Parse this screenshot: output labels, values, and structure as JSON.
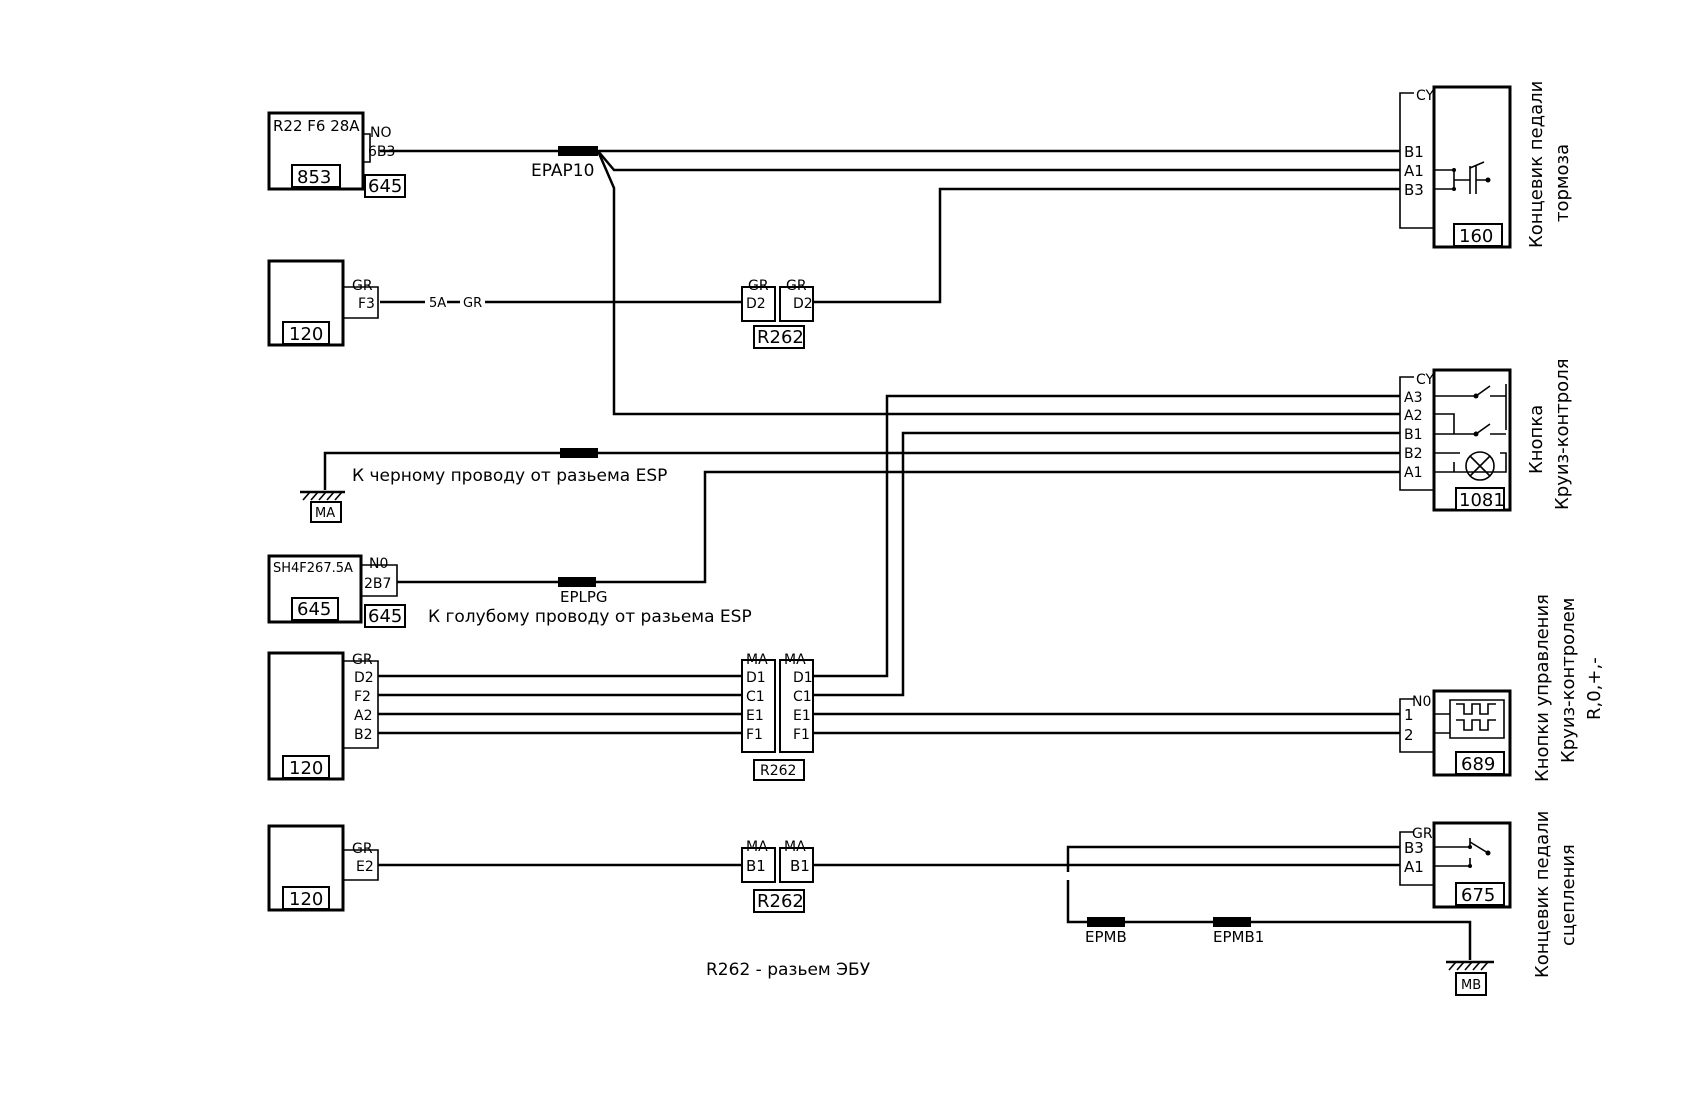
{
  "components": {
    "c853": {
      "part": "R22 F6 28A",
      "conn": "NO",
      "pin": "6B3",
      "number": "853",
      "tag": "645"
    },
    "c120a": {
      "conn": "GR",
      "pin": "F3",
      "number": "120"
    },
    "ma_ground": {
      "label": "MA"
    },
    "c645": {
      "part": "SH4F267.5A",
      "conn": "N0",
      "pin": "2B7",
      "number": "645",
      "tag": "645"
    },
    "c120b": {
      "conn": "GR",
      "pins": [
        "D2",
        "F2",
        "A2",
        "B2"
      ],
      "number": "120"
    },
    "c120c": {
      "conn": "GR",
      "pin": "E2",
      "number": "120"
    },
    "c160": {
      "conn": "CY",
      "pins": [
        "B1",
        "A1",
        "B3"
      ],
      "number": "160",
      "title": [
        "Концевик педали",
        "тормоза"
      ]
    },
    "c1081": {
      "conn": "CY",
      "pins": [
        "A3",
        "A2",
        "B1",
        "B2",
        "A1"
      ],
      "number": "1081",
      "title": [
        "Кнопка",
        "Круиз-контроля"
      ]
    },
    "c689": {
      "conn": "N0",
      "pins": [
        "1",
        "2"
      ],
      "number": "689",
      "title": [
        "Кнопки управления",
        "Круиз-контролем",
        "R,0,+,-"
      ]
    },
    "c675": {
      "conn": "GR",
      "pins": [
        "B3",
        "A1"
      ],
      "number": "675",
      "title": [
        "Концевик педали",
        "сцепления"
      ]
    },
    "mb_ground": {
      "label": "MB"
    }
  },
  "r262": {
    "top": {
      "conn_left": "GR",
      "conn_right": "GR",
      "pin_left": "D2",
      "pin_right": "D2",
      "tag": "R262"
    },
    "mid": {
      "conn_left": "MA",
      "conn_right": "MA",
      "pins_left": [
        "D1",
        "C1",
        "E1",
        "F1"
      ],
      "pins_right": [
        "D1",
        "C1",
        "E1",
        "F1"
      ],
      "tag": "R262"
    },
    "bottom": {
      "conn_left": "MA",
      "conn_right": "MA",
      "pin_left": "B1",
      "pin_right": "B1",
      "tag": "R262"
    }
  },
  "splices": {
    "epap10": "EPAP10",
    "eplpg": "EPLPG",
    "epmb": "EPMB",
    "epmb1": "EPMB1"
  },
  "wire_labels": {
    "fuse": "5A",
    "gr": "GR"
  },
  "notes": {
    "black_wire": "К черному проводу от разьема ESP",
    "blue_wire": "К голубому проводу от разьема ESP",
    "legend": "R262 - разьем ЭБУ"
  }
}
